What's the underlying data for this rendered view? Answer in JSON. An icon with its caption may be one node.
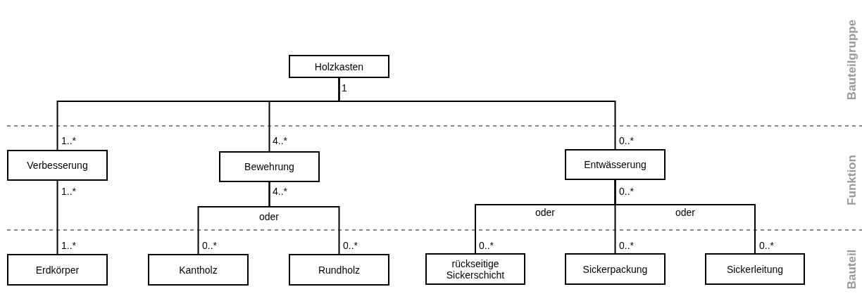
{
  "diagram": {
    "nodes": [
      {
        "text": [
          "Holzkasten"
        ]
      },
      {
        "text": [
          "Verbesserung"
        ]
      },
      {
        "text": [
          "Bewehrung"
        ]
      },
      {
        "text": [
          "Entwässerung"
        ]
      },
      {
        "text": [
          "Erdkörper"
        ]
      },
      {
        "text": [
          "Kantholz"
        ]
      },
      {
        "text": [
          "Rundholz"
        ]
      },
      {
        "text": [
          "rückseitige Sickerschicht"
        ]
      },
      {
        "text": [
          "Sickerpackung"
        ]
      },
      {
        "text": [
          "Sickerleitung"
        ]
      }
    ],
    "edges": [
      {
        "from": 0,
        "to": 1,
        "arrow": "none"
      },
      {
        "from": 0,
        "to": 2,
        "arrow": "none"
      },
      {
        "from": 0,
        "to": 3,
        "arrow": "none"
      },
      {
        "from": 1,
        "to": 4,
        "arrow": "none"
      },
      {
        "from": 2,
        "to": 5,
        "arrow": "none"
      },
      {
        "from": 2,
        "to": 6,
        "arrow": "none"
      },
      {
        "from": 3,
        "to": 7,
        "arrow": "none"
      },
      {
        "from": 3,
        "to": 8,
        "arrow": "none"
      },
      {
        "from": 3,
        "to": 9,
        "arrow": "none"
      }
    ],
    "labels": [
      "Bauteilgruppe",
      "1",
      "1..*",
      "4..*",
      "0..*",
      "Funktion",
      "1..*",
      "4..*",
      "0..*",
      "oder",
      "oder",
      "oder",
      "1..*",
      "0..*",
      "0..*",
      "0..*",
      "0..*",
      "0..*",
      "Bauteil"
    ]
  }
}
